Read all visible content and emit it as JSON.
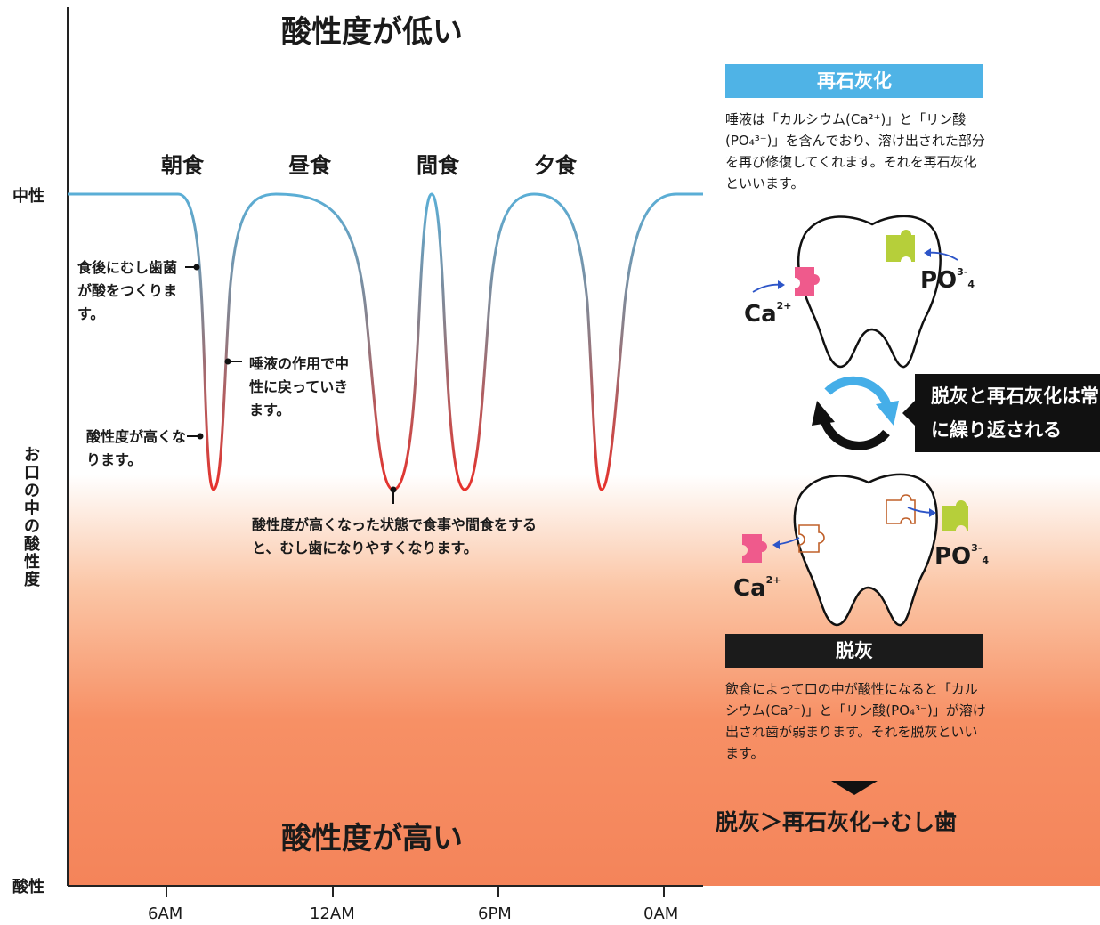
{
  "top_title": "酸性度が低い",
  "bottom_title": "酸性度が高い",
  "y_axis": {
    "top": "中性",
    "middle": "お口の中の酸性度",
    "bottom": "酸性"
  },
  "x_ticks": [
    "6AM",
    "12AM",
    "6PM",
    "0AM"
  ],
  "meals": [
    "朝食",
    "昼食",
    "間食",
    "夕食"
  ],
  "notes": {
    "after_meal": "食後にむし歯菌が酸をつくります。",
    "saliva": "唾液の作用で中性に戻っていきます。",
    "acidity": "酸性度が高くなります。",
    "eating_when_acidic": "酸性度が高くなった状態で食事や間食をすると、むし歯になりやすくなります。"
  },
  "remineralization": {
    "title": "再石灰化",
    "body": "唾液は「カルシウム(Ca²⁺)」と「リン酸(PO₄³⁻)」を含んでおり、溶け出された部分を再び修復してくれます。それを再石灰化といいます。"
  },
  "cycle_note": "脱灰と再石灰化は常に繰り返される",
  "demineralization": {
    "title": "脱灰",
    "body": "飲食によって口の中が酸性になると「カルシウム(Ca²⁺)」と「リン酸(PO₄³⁻)」が溶け出され歯が弱まります。それを脱灰といいます。"
  },
  "conclusion": "脱灰＞再石灰化→むし歯",
  "chem": {
    "ca": "Ca",
    "ca_charge": "2+",
    "po": "PO",
    "po_sub": "4",
    "po_charge": "3-"
  },
  "colors": {
    "neutral_curve": "#5aaed6",
    "acid_curve": "#e8302a",
    "acid_zone": "#f4845a",
    "band_blue": "#4fb3e6",
    "band_black": "#1b1b1b",
    "puzzle_pink": "#ef5a8c",
    "puzzle_green": "#b6cf3a"
  }
}
